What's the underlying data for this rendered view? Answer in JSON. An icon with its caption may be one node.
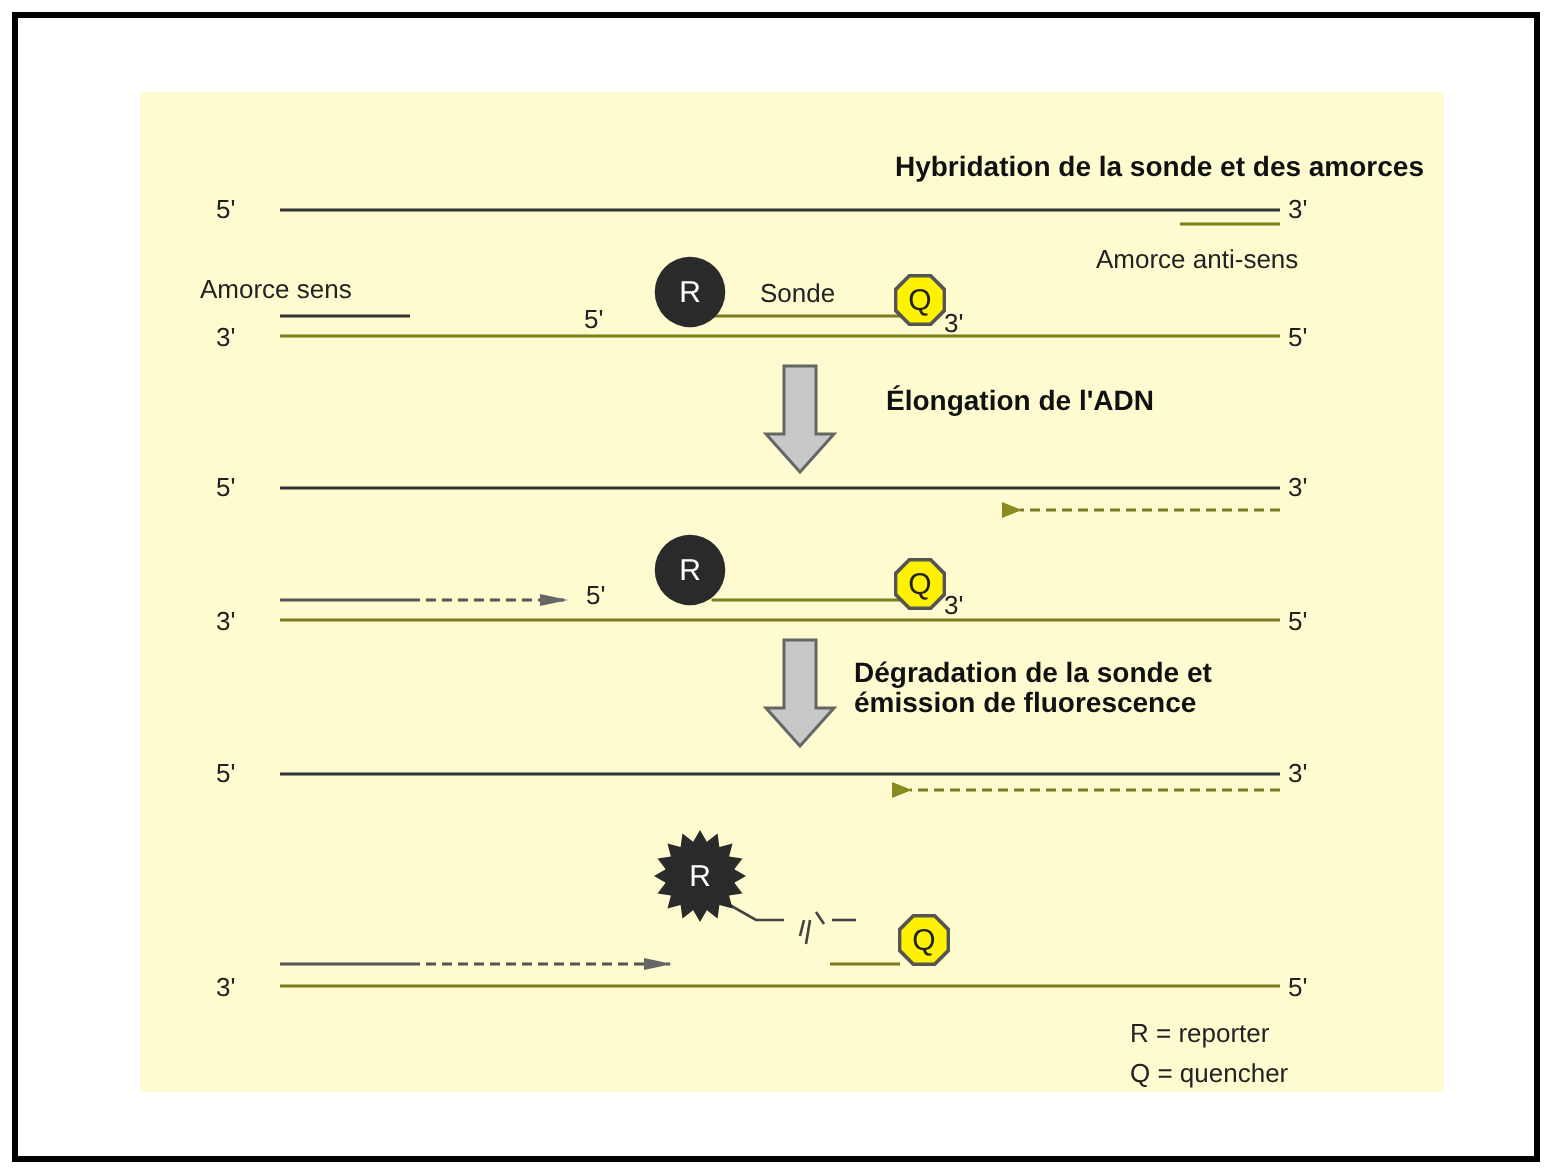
{
  "diagram": {
    "title": "Hybridation de la sonde et des amorces",
    "nodes": [
      {
        "text": [
          "R"
        ]
      },
      {
        "text": [
          "Q"
        ]
      },
      {
        "text": [
          "R"
        ]
      },
      {
        "text": [
          "Q"
        ]
      },
      {
        "text": [
          "R"
        ]
      },
      {
        "text": [
          "Q"
        ]
      }
    ],
    "edges": [
      {
        "from": 0,
        "to": 1,
        "arrow": "none"
      },
      {
        "from": 2,
        "to": 3,
        "arrow": "none"
      }
    ],
    "labels": [
      "5'",
      "3'",
      "Amorce anti-sens",
      "Amorce sens",
      "5'",
      "Sonde",
      "3'",
      "3'",
      "5'",
      "Élongation de l'ADN",
      "5'",
      "3'",
      "5'",
      "3'",
      "3'",
      "5'",
      "Dégradation de la sonde et émission de fluorescence",
      "5'",
      "3'",
      "3'",
      "5'",
      "R = reporter",
      "Q = quencher"
    ]
  }
}
